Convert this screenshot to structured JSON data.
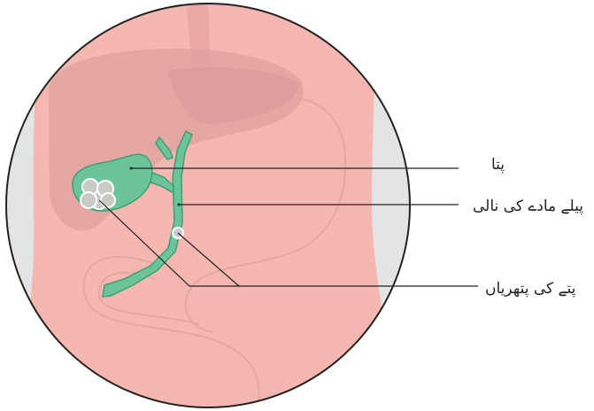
{
  "labels": {
    "gallbladder": "پتا",
    "bile_duct": "پیلے مادے کی نالی",
    "gallstones": "پتے کی پتھریاں"
  },
  "colors": {
    "skin": "#f4b8b1",
    "body_side": "#e3e4e6",
    "liver": "#e0a3a0",
    "organ_outline": "#e5a7a3",
    "gallbladder": "#6cc59a",
    "gallbladder_outline": "#3f9f73",
    "stone": "#c9cbc6",
    "leader_line": "#222222"
  }
}
